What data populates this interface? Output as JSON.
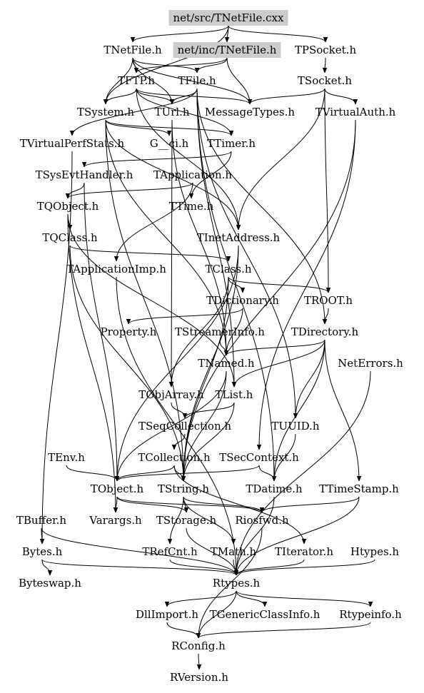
{
  "nodes": [
    {
      "id": "netsrc",
      "label": "net/src/TNetFile.cxx",
      "highlight": true
    },
    {
      "id": "TNetFile",
      "label": "TNetFile.h"
    },
    {
      "id": "netinc",
      "label": "net/inc/TNetFile.h",
      "highlight": true
    },
    {
      "id": "TPSocket",
      "label": "TPSocket.h"
    },
    {
      "id": "TFTP",
      "label": "TFTP.h"
    },
    {
      "id": "TFile",
      "label": "TFile.h"
    },
    {
      "id": "TSocket",
      "label": "TSocket.h"
    },
    {
      "id": "TSystem",
      "label": "TSystem.h"
    },
    {
      "id": "TUrl",
      "label": "TUrl.h"
    },
    {
      "id": "MessageTypes",
      "label": "MessageTypes.h"
    },
    {
      "id": "TVirtualAuth",
      "label": "TVirtualAuth.h"
    },
    {
      "id": "TVirtualPerfStats",
      "label": "TVirtualPerfStats.h"
    },
    {
      "id": "Gci",
      "label": "G__ci.h"
    },
    {
      "id": "TTimer",
      "label": "TTimer.h"
    },
    {
      "id": "TSysEvtHandler",
      "label": "TSysEvtHandler.h"
    },
    {
      "id": "TApplication",
      "label": "TApplication.h"
    },
    {
      "id": "TQObject",
      "label": "TQObject.h"
    },
    {
      "id": "TTime",
      "label": "TTime.h"
    },
    {
      "id": "TQClass",
      "label": "TQClass.h"
    },
    {
      "id": "TInetAddress",
      "label": "TInetAddress.h"
    },
    {
      "id": "TApplicationImp",
      "label": "TApplicationImp.h"
    },
    {
      "id": "TClass",
      "label": "TClass.h"
    },
    {
      "id": "TDictionary",
      "label": "TDictionary.h"
    },
    {
      "id": "TROOT",
      "label": "TROOT.h"
    },
    {
      "id": "Property",
      "label": "Property.h"
    },
    {
      "id": "TStreamerInfo",
      "label": "TStreamerInfo.h"
    },
    {
      "id": "TDirectory",
      "label": "TDirectory.h"
    },
    {
      "id": "TNamed",
      "label": "TNamed.h"
    },
    {
      "id": "NetErrors",
      "label": "NetErrors.h"
    },
    {
      "id": "TObjArray",
      "label": "TObjArray.h"
    },
    {
      "id": "TList",
      "label": "TList.h"
    },
    {
      "id": "TSeqCollection",
      "label": "TSeqCollection.h"
    },
    {
      "id": "TUUID",
      "label": "TUUID.h"
    },
    {
      "id": "TEnv",
      "label": "TEnv.h"
    },
    {
      "id": "TCollection",
      "label": "TCollection.h"
    },
    {
      "id": "TSecContext",
      "label": "TSecContext.h"
    },
    {
      "id": "TObject",
      "label": "TObject.h"
    },
    {
      "id": "TString",
      "label": "TString.h"
    },
    {
      "id": "TDatime",
      "label": "TDatime.h"
    },
    {
      "id": "TTimeStamp",
      "label": "TTimeStamp.h"
    },
    {
      "id": "TBuffer",
      "label": "TBuffer.h"
    },
    {
      "id": "Varargs",
      "label": "Varargs.h"
    },
    {
      "id": "TStorage",
      "label": "TStorage.h"
    },
    {
      "id": "Riosfwd",
      "label": "Riosfwd.h"
    },
    {
      "id": "Bytes",
      "label": "Bytes.h"
    },
    {
      "id": "TRefCnt",
      "label": "TRefCnt.h"
    },
    {
      "id": "TMath",
      "label": "TMath.h"
    },
    {
      "id": "TIterator",
      "label": "TIterator.h"
    },
    {
      "id": "Htypes",
      "label": "Htypes.h"
    },
    {
      "id": "Byteswap",
      "label": "Byteswap.h"
    },
    {
      "id": "Rtypes",
      "label": "Rtypes.h"
    },
    {
      "id": "DllImport",
      "label": "DllImport.h"
    },
    {
      "id": "TGenericClassInfo",
      "label": "TGenericClassInfo.h"
    },
    {
      "id": "Rtypeinfo",
      "label": "Rtypeinfo.h"
    },
    {
      "id": "RConfig",
      "label": "RConfig.h"
    },
    {
      "id": "RVersion",
      "label": "RVersion.h"
    }
  ],
  "edges": [
    [
      "netsrc",
      "TNetFile"
    ],
    [
      "netsrc",
      "netinc"
    ],
    [
      "netsrc",
      "TPSocket"
    ],
    [
      "netsrc",
      "TSystem"
    ],
    [
      "TNetFile",
      "TFTP"
    ],
    [
      "TNetFile",
      "TFile"
    ],
    [
      "TNetFile",
      "TSystem"
    ],
    [
      "TNetFile",
      "MessageTypes"
    ],
    [
      "TNetFile",
      "TUrl"
    ],
    [
      "netinc",
      "TFTP"
    ],
    [
      "netinc",
      "TFile"
    ],
    [
      "netinc",
      "MessageTypes"
    ],
    [
      "TPSocket",
      "TSocket"
    ],
    [
      "TFTP",
      "TSystem"
    ],
    [
      "TFTP",
      "TUrl"
    ],
    [
      "TFTP",
      "MessageTypes"
    ],
    [
      "TFTP",
      "TTimer"
    ],
    [
      "TFTP",
      "TInetAddress"
    ],
    [
      "TFile",
      "TUrl"
    ],
    [
      "TFile",
      "TDirectory"
    ],
    [
      "TFile",
      "TUUID"
    ],
    [
      "TFile",
      "TList"
    ],
    [
      "TFile",
      "TDatime"
    ],
    [
      "TFile",
      "TVirtualPerfStats"
    ],
    [
      "TSocket",
      "MessageTypes"
    ],
    [
      "TSocket",
      "TVirtualAuth"
    ],
    [
      "TSocket",
      "TROOT"
    ],
    [
      "TSocket",
      "TInetAddress"
    ],
    [
      "TSystem",
      "Gci"
    ],
    [
      "TSystem",
      "TTimer"
    ],
    [
      "TSystem",
      "TNamed"
    ],
    [
      "TSystem",
      "TString"
    ],
    [
      "TSystem",
      "TInetAddress"
    ],
    [
      "TUrl",
      "TNamed"
    ],
    [
      "TUrl",
      "TObjArray"
    ],
    [
      "TVirtualAuth",
      "TSecContext"
    ],
    [
      "TVirtualAuth",
      "TString"
    ],
    [
      "TVirtualPerfStats",
      "Bytes"
    ],
    [
      "TTimer",
      "TSysEvtHandler"
    ],
    [
      "TTimer",
      "TTime"
    ],
    [
      "TSysEvtHandler",
      "TQObject"
    ],
    [
      "TSysEvtHandler",
      "TObject"
    ],
    [
      "TApplication",
      "TQObject"
    ],
    [
      "TApplication",
      "TApplicationImp"
    ],
    [
      "TQObject",
      "TQClass"
    ],
    [
      "TQObject",
      "TList"
    ],
    [
      "TQObject",
      "Varargs"
    ],
    [
      "TQClass",
      "TClass"
    ],
    [
      "TQClass",
      "TString"
    ],
    [
      "TInetAddress",
      "TString"
    ],
    [
      "TInetAddress",
      "TObject"
    ],
    [
      "TApplicationImp",
      "Rtypes"
    ],
    [
      "TClass",
      "TDictionary"
    ],
    [
      "TClass",
      "TROOT"
    ],
    [
      "TClass",
      "TObjArray"
    ],
    [
      "TClass",
      "TString"
    ],
    [
      "TDictionary",
      "TNamed"
    ],
    [
      "TDictionary",
      "Property"
    ],
    [
      "TROOT",
      "TDirectory"
    ],
    [
      "TStreamerInfo",
      "TNamed"
    ],
    [
      "TDirectory",
      "TNamed"
    ],
    [
      "TDirectory",
      "TList"
    ],
    [
      "TDirectory",
      "TDatime"
    ],
    [
      "TDirectory",
      "TTimeStamp"
    ],
    [
      "TDirectory",
      "TUUID"
    ],
    [
      "TNamed",
      "TObject"
    ],
    [
      "TNamed",
      "TString"
    ],
    [
      "NetErrors",
      "Rtypes"
    ],
    [
      "TObjArray",
      "TSeqCollection"
    ],
    [
      "TList",
      "TSeqCollection"
    ],
    [
      "TList",
      "TString"
    ],
    [
      "TSeqCollection",
      "TCollection"
    ],
    [
      "TUUID",
      "TDatime"
    ],
    [
      "TEnv",
      "TObject"
    ],
    [
      "TCollection",
      "TObject"
    ],
    [
      "TCollection",
      "TIterator"
    ],
    [
      "TCollection",
      "TString"
    ],
    [
      "TSecContext",
      "TObject"
    ],
    [
      "TSecContext",
      "TDatime"
    ],
    [
      "TObject",
      "Varargs"
    ],
    [
      "TObject",
      "TStorage"
    ],
    [
      "TObject",
      "Riosfwd"
    ],
    [
      "TString",
      "TRefCnt"
    ],
    [
      "TString",
      "TMath"
    ],
    [
      "TString",
      "Riosfwd"
    ],
    [
      "TString",
      "TStorage"
    ],
    [
      "TDatime",
      "Rtypes"
    ],
    [
      "TTimeStamp",
      "Riosfwd"
    ],
    [
      "TTimeStamp",
      "Rtypes"
    ],
    [
      "TBuffer",
      "Bytes"
    ],
    [
      "TBuffer",
      "Rtypes"
    ],
    [
      "TStorage",
      "Rtypes"
    ],
    [
      "Riosfwd",
      "RConfig"
    ],
    [
      "Bytes",
      "Byteswap"
    ],
    [
      "Bytes",
      "Rtypes"
    ],
    [
      "TRefCnt",
      "Rtypes"
    ],
    [
      "TMath",
      "Rtypes"
    ],
    [
      "TIterator",
      "Rtypes"
    ],
    [
      "Htypes",
      "Rtypes"
    ],
    [
      "Rtypes",
      "DllImport"
    ],
    [
      "Rtypes",
      "TGenericClassInfo"
    ],
    [
      "Rtypes",
      "Rtypeinfo"
    ],
    [
      "Rtypes",
      "RConfig"
    ],
    [
      "DllImport",
      "RConfig"
    ],
    [
      "Rtypeinfo",
      "RConfig"
    ],
    [
      "RConfig",
      "RVersion"
    ]
  ]
}
